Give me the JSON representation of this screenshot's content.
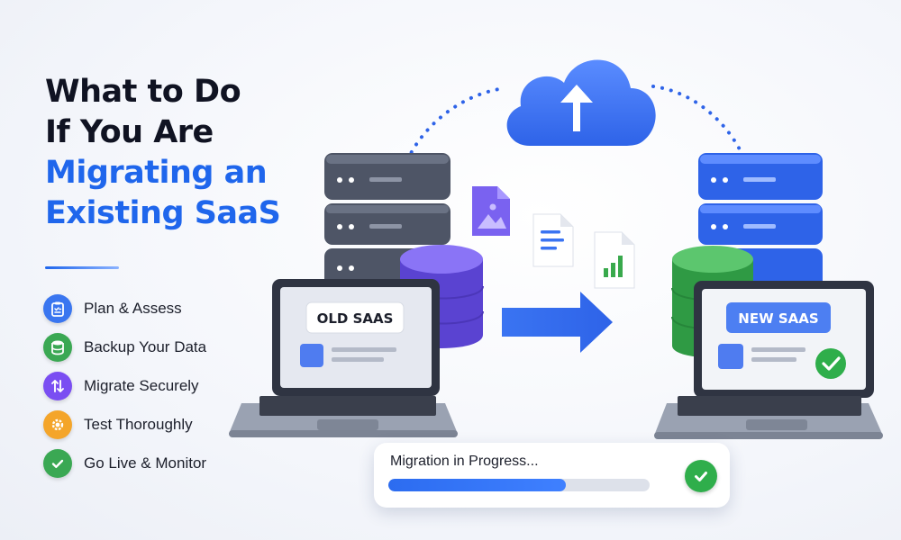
{
  "title": {
    "line1": "What to Do",
    "line2": "If You Are",
    "line3": "Migrating an",
    "line4": "Existing SaaS"
  },
  "steps": [
    {
      "label": "Plan & Assess",
      "icon": "clipboard-icon",
      "color": "#3a76f0"
    },
    {
      "label": "Backup Your Data",
      "icon": "database-icon",
      "color": "#3aa853"
    },
    {
      "label": "Migrate Securely",
      "icon": "transfer-arrows-icon",
      "color": "#7a4ef2"
    },
    {
      "label": "Test Thoroughly",
      "icon": "gear-icon",
      "color": "#f4a52a"
    },
    {
      "label": "Go Live & Monitor",
      "icon": "check-icon",
      "color": "#3aa853"
    }
  ],
  "old_system": {
    "label": "OLD SAAS"
  },
  "new_system": {
    "label": "NEW SAAS"
  },
  "progress": {
    "label": "Migration in Progress...",
    "fraction": 0.68
  },
  "colors": {
    "accent": "#1f66ec",
    "old_server": "#4e5566",
    "new_server": "#2e63e8",
    "old_database": "#6b52e6",
    "new_database": "#39a94c",
    "success": "#2fae4b"
  }
}
